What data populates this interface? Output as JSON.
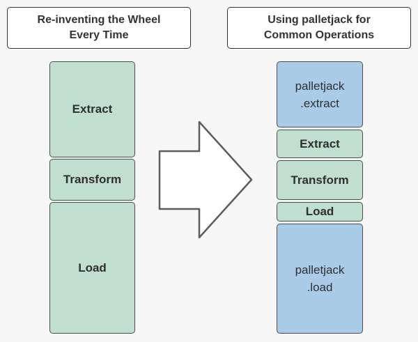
{
  "titles": {
    "left": {
      "line1": "Re-inventing the Wheel",
      "line2": "Every Time"
    },
    "right": {
      "line1": "Using palletjack for",
      "line2": "Common Operations"
    }
  },
  "left_column": {
    "boxes": [
      {
        "label": "Extract",
        "type": "manual"
      },
      {
        "label": "Transform",
        "type": "manual"
      },
      {
        "label": "Load",
        "type": "manual"
      }
    ]
  },
  "right_column": {
    "boxes": [
      {
        "lines": [
          "palletjack",
          ".extract"
        ],
        "type": "palletjack"
      },
      {
        "label": "Extract",
        "type": "manual"
      },
      {
        "label": "Transform",
        "type": "manual"
      },
      {
        "label": "Load",
        "type": "manual"
      },
      {
        "lines": [
          "palletjack",
          ".load"
        ],
        "type": "palletjack"
      }
    ]
  },
  "icons": {
    "arrow": "right-arrow"
  },
  "colors": {
    "manual_green": "#c1dfce",
    "palletjack_blue": "#aacce9",
    "background": "#f7f7f7",
    "box_border": "#4c4c4c",
    "title_border": "#2f2f2f",
    "arrow_stroke": "#5c5c5c",
    "arrow_fill": "#ffffff",
    "text": "#333333"
  }
}
